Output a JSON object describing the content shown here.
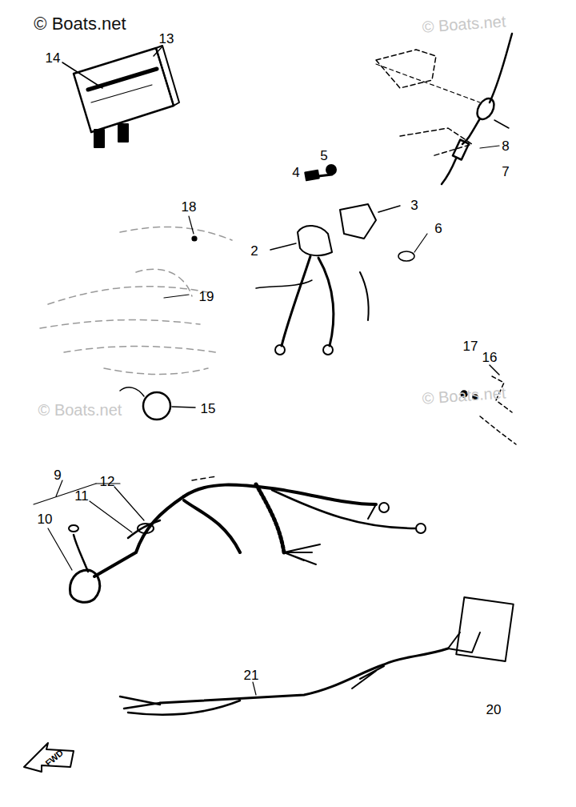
{
  "diagram": {
    "labels": [
      "© Boats.net",
      "© Boats.net",
      "13",
      "14",
      "8",
      "7",
      "5",
      "4",
      "3",
      "2",
      "6",
      "18",
      "19",
      "17",
      "16",
      "© Boats.net",
      "© Boats.net",
      "15",
      "9",
      "12",
      "11",
      "10",
      "21",
      "20",
      "FWD"
    ]
  }
}
